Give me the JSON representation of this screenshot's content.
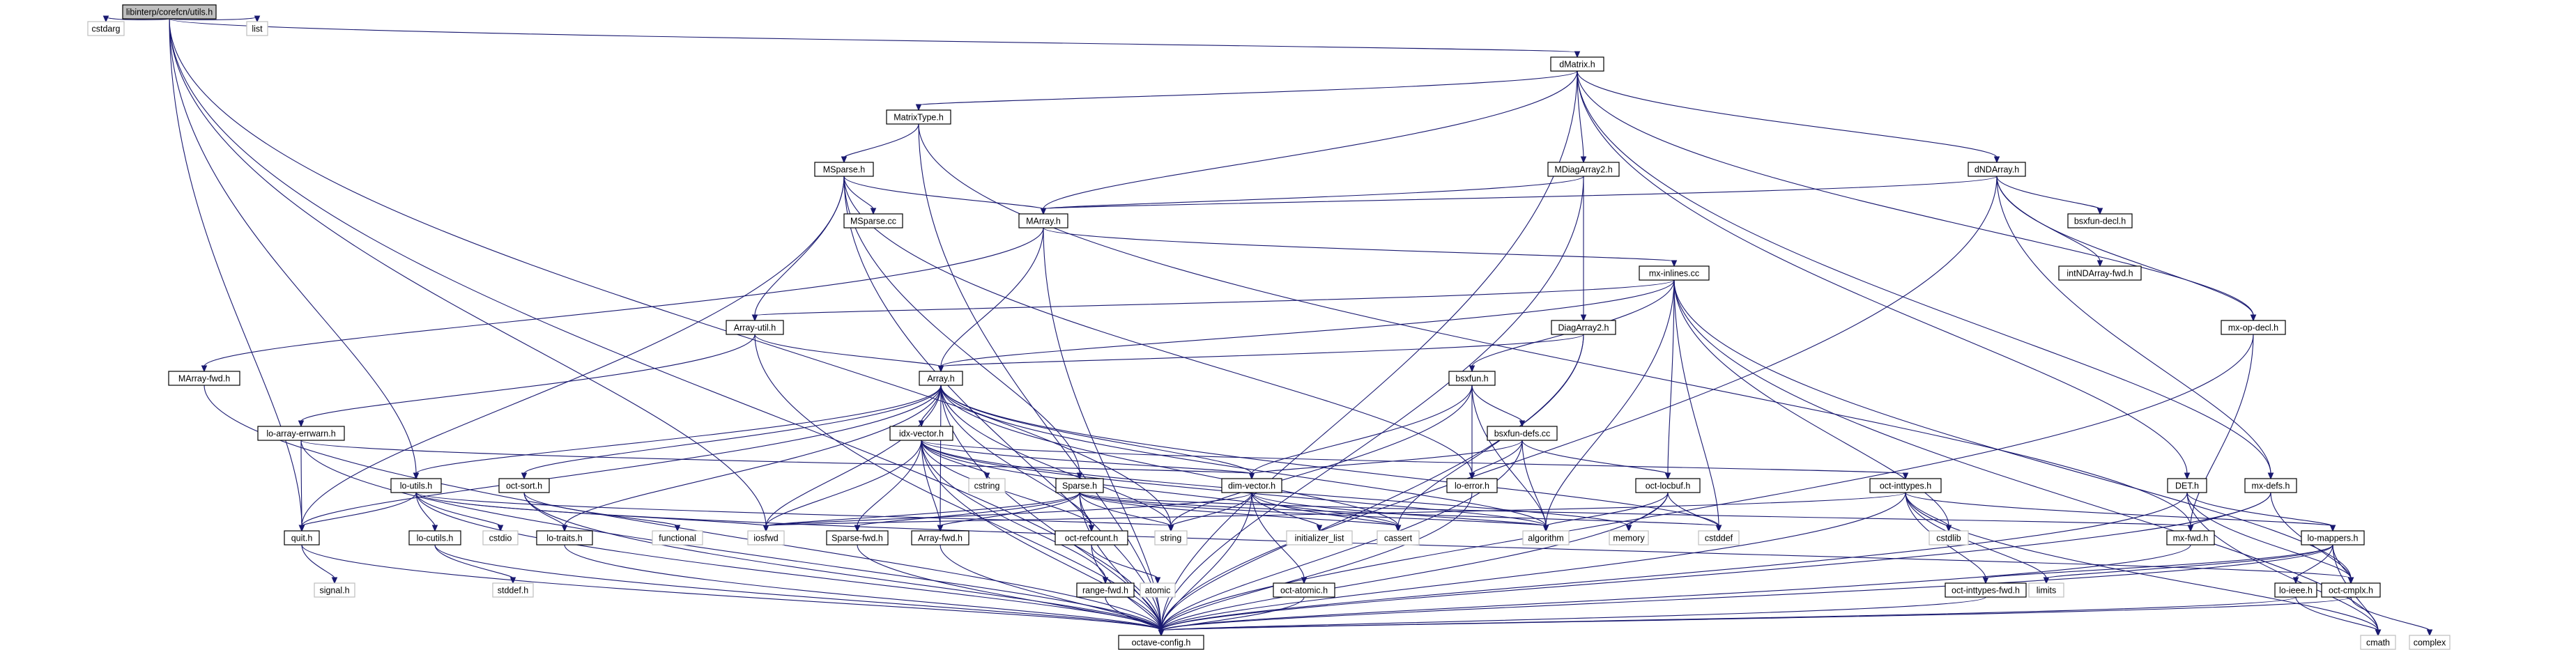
{
  "graph": {
    "title": "libinterp/corefcn/utils.h",
    "colors": {
      "edge": "#191970",
      "node_border": "#000000",
      "focus_fill": "#bfbfbf",
      "external_border": "#bfbfbf"
    },
    "nodes": [
      {
        "id": "utils",
        "label": "libinterp/corefcn/utils.h",
        "kind": "focus"
      },
      {
        "id": "cstdarg",
        "label": "cstdarg",
        "kind": "external"
      },
      {
        "id": "list",
        "label": "list",
        "kind": "external"
      },
      {
        "id": "dmatrix",
        "label": "dMatrix.h",
        "kind": "file"
      },
      {
        "id": "mxtype",
        "label": "MatrixType.h",
        "kind": "file"
      },
      {
        "id": "msparse",
        "label": "MSparse.h",
        "kind": "file"
      },
      {
        "id": "msparsecc",
        "label": "MSparse.cc",
        "kind": "file"
      },
      {
        "id": "mdiag2",
        "label": "MDiagArray2.h",
        "kind": "file"
      },
      {
        "id": "dnd",
        "label": "dNDArray.h",
        "kind": "file"
      },
      {
        "id": "bsxdecl",
        "label": "bsxfun-decl.h",
        "kind": "file"
      },
      {
        "id": "intndfwd",
        "label": "intNDArray-fwd.h",
        "kind": "file"
      },
      {
        "id": "marray",
        "label": "MArray.h",
        "kind": "file"
      },
      {
        "id": "mxinl",
        "label": "mx-inlines.cc",
        "kind": "file"
      },
      {
        "id": "mxopdecl",
        "label": "mx-op-decl.h",
        "kind": "file"
      },
      {
        "id": "arrayutil",
        "label": "Array-util.h",
        "kind": "file"
      },
      {
        "id": "diag2",
        "label": "DiagArray2.h",
        "kind": "file"
      },
      {
        "id": "bsxfun",
        "label": "bsxfun.h",
        "kind": "file"
      },
      {
        "id": "marrayfwd",
        "label": "MArray-fwd.h",
        "kind": "file"
      },
      {
        "id": "array",
        "label": "Array.h",
        "kind": "file"
      },
      {
        "id": "loarrstream",
        "label": "lo-array-errwarn.h",
        "kind": "file"
      },
      {
        "id": "idxvec",
        "label": "idx-vector.h",
        "kind": "file"
      },
      {
        "id": "bsxdefs",
        "label": "bsxfun-defs.cc",
        "kind": "file"
      },
      {
        "id": "det",
        "label": "DET.h",
        "kind": "file"
      },
      {
        "id": "loutils",
        "label": "lo-utils.h",
        "kind": "file"
      },
      {
        "id": "octsort",
        "label": "oct-sort.h",
        "kind": "file"
      },
      {
        "id": "cstring",
        "label": "cstring",
        "kind": "external"
      },
      {
        "id": "dimvec",
        "label": "dim-vector.h",
        "kind": "file"
      },
      {
        "id": "sparse",
        "label": "Sparse.h",
        "kind": "file"
      },
      {
        "id": "loerror",
        "label": "lo-error.h",
        "kind": "file"
      },
      {
        "id": "octlocbuf",
        "label": "oct-locbuf.h",
        "kind": "file"
      },
      {
        "id": "octint",
        "label": "oct-inttypes.h",
        "kind": "file"
      },
      {
        "id": "mxdefs",
        "label": "mx-defs.h",
        "kind": "file"
      },
      {
        "id": "quith",
        "label": "quit.h",
        "kind": "file"
      },
      {
        "id": "locutils",
        "label": "lo-cutils.h",
        "kind": "file"
      },
      {
        "id": "cstdio",
        "label": "cstdio",
        "kind": "external"
      },
      {
        "id": "lotraits",
        "label": "lo-traits.h",
        "kind": "file"
      },
      {
        "id": "functional",
        "label": "functional",
        "kind": "external"
      },
      {
        "id": "iosfwd",
        "label": "iosfwd",
        "kind": "external"
      },
      {
        "id": "sparsefwd",
        "label": "Sparse-fwd.h",
        "kind": "file"
      },
      {
        "id": "arrayfwd",
        "label": "Array-fwd.h",
        "kind": "file"
      },
      {
        "id": "octrefc",
        "label": "oct-refcount.h",
        "kind": "file"
      },
      {
        "id": "string",
        "label": "string",
        "kind": "external"
      },
      {
        "id": "initlist",
        "label": "initializer_list",
        "kind": "external"
      },
      {
        "id": "cassert",
        "label": "cassert",
        "kind": "external"
      },
      {
        "id": "algorithm",
        "label": "algorithm",
        "kind": "external"
      },
      {
        "id": "memory",
        "label": "memory",
        "kind": "external"
      },
      {
        "id": "cstddef",
        "label": "cstddef",
        "kind": "external"
      },
      {
        "id": "cstdlib",
        "label": "cstdlib",
        "kind": "external"
      },
      {
        "id": "mxfwd",
        "label": "mx-fwd.h",
        "kind": "file"
      },
      {
        "id": "lomappers",
        "label": "lo-mappers.h",
        "kind": "file"
      },
      {
        "id": "limits",
        "label": "limits",
        "kind": "external"
      },
      {
        "id": "octcmplx",
        "label": "oct-cmplx.h",
        "kind": "file"
      },
      {
        "id": "signalh",
        "label": "signal.h",
        "kind": "external"
      },
      {
        "id": "stddef",
        "label": "stddef.h",
        "kind": "external"
      },
      {
        "id": "rangefwd",
        "label": "range-fwd.h",
        "kind": "file"
      },
      {
        "id": "octatomic",
        "label": "oct-atomic.h",
        "kind": "file"
      },
      {
        "id": "atomic",
        "label": "atomic",
        "kind": "external"
      },
      {
        "id": "octintfwd",
        "label": "oct-inttypes-fwd.h",
        "kind": "file"
      },
      {
        "id": "loieee",
        "label": "lo-ieee.h",
        "kind": "file"
      },
      {
        "id": "octconf",
        "label": "octave-config.h",
        "kind": "file"
      },
      {
        "id": "cmath",
        "label": "cmath",
        "kind": "external"
      },
      {
        "id": "complex",
        "label": "complex",
        "kind": "external"
      }
    ],
    "edges": [
      [
        "utils",
        "octconf"
      ],
      [
        "utils",
        "cstdarg"
      ],
      [
        "utils",
        "list"
      ],
      [
        "utils",
        "dmatrix"
      ],
      [
        "utils",
        "quith"
      ],
      [
        "utils",
        "loutils"
      ],
      [
        "utils",
        "iosfwd"
      ],
      [
        "utils",
        "string"
      ],
      [
        "dmatrix",
        "mxtype"
      ],
      [
        "dmatrix",
        "marray"
      ],
      [
        "dmatrix",
        "mdiag2"
      ],
      [
        "dmatrix",
        "dnd"
      ],
      [
        "dmatrix",
        "mxopdecl"
      ],
      [
        "dmatrix",
        "mxdefs"
      ],
      [
        "dmatrix",
        "det"
      ],
      [
        "dmatrix",
        "octconf"
      ],
      [
        "mxtype",
        "msparse"
      ],
      [
        "mxtype",
        "mxfwd"
      ],
      [
        "mxtype",
        "octconf"
      ],
      [
        "msparse",
        "msparsecc"
      ],
      [
        "msparse",
        "marray"
      ],
      [
        "msparse",
        "arrayutil"
      ],
      [
        "msparse",
        "sparse"
      ],
      [
        "msparse",
        "quith"
      ],
      [
        "msparse",
        "loerror"
      ],
      [
        "msparse",
        "octconf"
      ],
      [
        "mdiag2",
        "marray"
      ],
      [
        "mdiag2",
        "diag2"
      ],
      [
        "mdiag2",
        "octconf"
      ],
      [
        "dnd",
        "marray"
      ],
      [
        "dnd",
        "bsxdecl"
      ],
      [
        "dnd",
        "intndfwd"
      ],
      [
        "dnd",
        "mxopdecl"
      ],
      [
        "dnd",
        "mxdefs"
      ],
      [
        "dnd",
        "octconf"
      ],
      [
        "marray",
        "array"
      ],
      [
        "marray",
        "mxinl"
      ],
      [
        "marray",
        "marrayfwd"
      ],
      [
        "marray",
        "octconf"
      ],
      [
        "mxinl",
        "arrayutil"
      ],
      [
        "mxinl",
        "array"
      ],
      [
        "mxinl",
        "bsxfun"
      ],
      [
        "mxinl",
        "octlocbuf"
      ],
      [
        "mxinl",
        "algorithm"
      ],
      [
        "mxinl",
        "cstddef"
      ],
      [
        "mxinl",
        "cmath"
      ],
      [
        "mxinl",
        "octcmplx"
      ],
      [
        "mxinl",
        "cstdlib"
      ],
      [
        "mxopdecl",
        "mxfwd"
      ],
      [
        "mxopdecl",
        "octconf"
      ],
      [
        "arrayutil",
        "array"
      ],
      [
        "arrayutil",
        "loarrstream"
      ],
      [
        "arrayutil",
        "octconf"
      ],
      [
        "diag2",
        "array"
      ],
      [
        "diag2",
        "cassert"
      ],
      [
        "diag2",
        "octconf"
      ],
      [
        "bsxfun",
        "bsxdefs"
      ],
      [
        "bsxfun",
        "loerror"
      ],
      [
        "bsxfun",
        "dimvec"
      ],
      [
        "bsxfun",
        "string"
      ],
      [
        "bsxfun",
        "algorithm"
      ],
      [
        "marrayfwd",
        "octconf"
      ],
      [
        "array",
        "idxvec"
      ],
      [
        "array",
        "quith"
      ],
      [
        "array",
        "loutils"
      ],
      [
        "array",
        "octsort"
      ],
      [
        "array",
        "iosfwd"
      ],
      [
        "array",
        "lotraits"
      ],
      [
        "array",
        "dimvec"
      ],
      [
        "array",
        "octrefc"
      ],
      [
        "array",
        "arrayfwd"
      ],
      [
        "array",
        "string"
      ],
      [
        "array",
        "cassert"
      ],
      [
        "array",
        "algorithm"
      ],
      [
        "array",
        "cstddef"
      ],
      [
        "array",
        "octconf"
      ],
      [
        "loarrstream",
        "quith"
      ],
      [
        "loarrstream",
        "dimvec"
      ],
      [
        "loarrstream",
        "octconf"
      ],
      [
        "idxvec",
        "cstring"
      ],
      [
        "idxvec",
        "dimvec"
      ],
      [
        "idxvec",
        "octint"
      ],
      [
        "idxvec",
        "octrefc"
      ],
      [
        "idxvec",
        "arrayfwd"
      ],
      [
        "idxvec",
        "sparsefwd"
      ],
      [
        "idxvec",
        "rangefwd"
      ],
      [
        "idxvec",
        "iosfwd"
      ],
      [
        "idxvec",
        "cassert"
      ],
      [
        "idxvec",
        "algorithm"
      ],
      [
        "idxvec",
        "memory"
      ],
      [
        "idxvec",
        "octconf"
      ],
      [
        "bsxdefs",
        "loerror"
      ],
      [
        "bsxdefs",
        "octlocbuf"
      ],
      [
        "bsxdefs",
        "algorithm"
      ],
      [
        "bsxdefs",
        "dimvec"
      ],
      [
        "bsxdefs",
        "octconf"
      ],
      [
        "det",
        "lomappers"
      ],
      [
        "det",
        "octcmplx"
      ],
      [
        "det",
        "cmath"
      ],
      [
        "det",
        "octconf"
      ],
      [
        "loutils",
        "locutils"
      ],
      [
        "loutils",
        "cstdio"
      ],
      [
        "loutils",
        "quith"
      ],
      [
        "loutils",
        "iosfwd"
      ],
      [
        "loutils",
        "string"
      ],
      [
        "loutils",
        "octcmplx"
      ],
      [
        "loutils",
        "octconf"
      ],
      [
        "octsort",
        "lotraits"
      ],
      [
        "octsort",
        "functional"
      ],
      [
        "octsort",
        "octconf"
      ],
      [
        "dimvec",
        "initlist"
      ],
      [
        "dimvec",
        "string"
      ],
      [
        "dimvec",
        "cassert"
      ],
      [
        "dimvec",
        "algorithm"
      ],
      [
        "dimvec",
        "octatomic"
      ],
      [
        "dimvec",
        "iosfwd"
      ],
      [
        "dimvec",
        "octconf"
      ],
      [
        "sparse",
        "sparsefwd"
      ],
      [
        "sparse",
        "arrayfwd"
      ],
      [
        "sparse",
        "octrefc"
      ],
      [
        "sparse",
        "mxfwd"
      ],
      [
        "sparse",
        "iosfwd"
      ],
      [
        "sparse",
        "string"
      ],
      [
        "sparse",
        "cassert"
      ],
      [
        "sparse",
        "algorithm"
      ],
      [
        "sparse",
        "cstddef"
      ],
      [
        "sparse",
        "octconf"
      ],
      [
        "loerror",
        "octconf"
      ],
      [
        "octlocbuf",
        "memory"
      ],
      [
        "octlocbuf",
        "cstddef"
      ],
      [
        "octlocbuf",
        "algorithm"
      ],
      [
        "octlocbuf",
        "octconf"
      ],
      [
        "octint",
        "octintfwd"
      ],
      [
        "octint",
        "cstdlib"
      ],
      [
        "octint",
        "limits"
      ],
      [
        "octint",
        "iosfwd"
      ],
      [
        "octint",
        "lomappers"
      ],
      [
        "octint",
        "cmath"
      ],
      [
        "octint",
        "octconf"
      ],
      [
        "mxdefs",
        "mxfwd"
      ],
      [
        "mxdefs",
        "octcmplx"
      ],
      [
        "mxdefs",
        "octconf"
      ],
      [
        "quith",
        "signalh"
      ],
      [
        "quith",
        "octconf"
      ],
      [
        "locutils",
        "stddef"
      ],
      [
        "locutils",
        "octconf"
      ],
      [
        "lotraits",
        "octconf"
      ],
      [
        "sparsefwd",
        "octconf"
      ],
      [
        "arrayfwd",
        "octconf"
      ],
      [
        "octrefc",
        "atomic"
      ],
      [
        "octrefc",
        "octconf"
      ],
      [
        "mxfwd",
        "octconf"
      ],
      [
        "lomappers",
        "loieee"
      ],
      [
        "lomappers",
        "octcmplx"
      ],
      [
        "lomappers",
        "octintfwd"
      ],
      [
        "lomappers",
        "limits"
      ],
      [
        "lomappers",
        "cmath"
      ],
      [
        "lomappers",
        "octconf"
      ],
      [
        "octcmplx",
        "complex"
      ],
      [
        "octcmplx",
        "octconf"
      ],
      [
        "rangefwd",
        "octconf"
      ],
      [
        "octatomic",
        "octconf"
      ],
      [
        "octintfwd",
        "octconf"
      ],
      [
        "loieee",
        "cmath"
      ],
      [
        "loieee",
        "octconf"
      ]
    ]
  }
}
